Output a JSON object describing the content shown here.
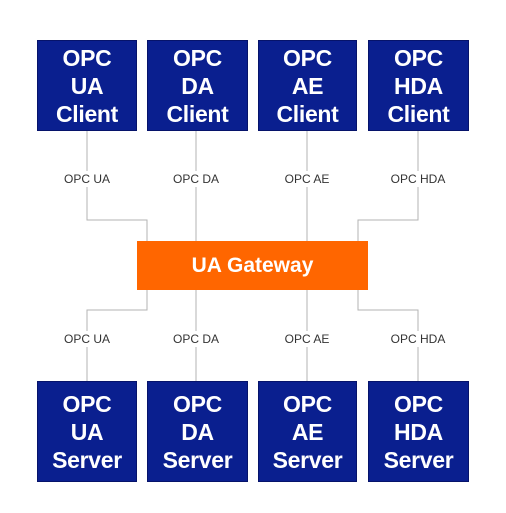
{
  "clients": [
    {
      "line1": "OPC",
      "line2": "UA",
      "line3": "Client",
      "protocol": "OPC UA"
    },
    {
      "line1": "OPC",
      "line2": "DA",
      "line3": "Client",
      "protocol": "OPC DA"
    },
    {
      "line1": "OPC",
      "line2": "AE",
      "line3": "Client",
      "protocol": "OPC AE"
    },
    {
      "line1": "OPC",
      "line2": "HDA",
      "line3": "Client",
      "protocol": "OPC HDA"
    }
  ],
  "gateway": {
    "label": "UA Gateway",
    "color": "#ff6600"
  },
  "servers": [
    {
      "line1": "OPC",
      "line2": "UA",
      "line3": "Server",
      "protocol": "OPC UA"
    },
    {
      "line1": "OPC",
      "line2": "DA",
      "line3": "Server",
      "protocol": "OPC DA"
    },
    {
      "line1": "OPC",
      "line2": "AE",
      "line3": "Server",
      "protocol": "OPC AE"
    },
    {
      "line1": "OPC",
      "line2": "HDA",
      "line3": "Server",
      "protocol": "OPC HDA"
    }
  ],
  "colors": {
    "node": "#0a1f8f",
    "connector": "#b3b3b3"
  }
}
